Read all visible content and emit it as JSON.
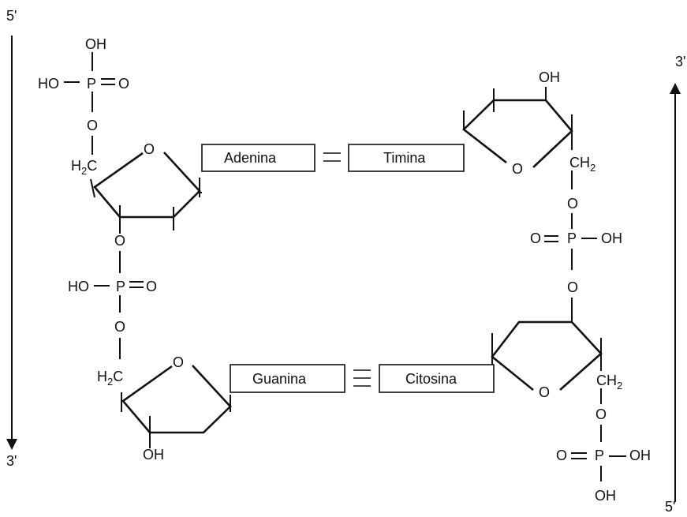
{
  "strand_labels": {
    "left_top": "5'",
    "left_bottom": "3'",
    "right_top": "3'",
    "right_bottom": "5'"
  },
  "atoms": {
    "O": "O",
    "P": "P",
    "OH": "OH",
    "HO": "HO",
    "H2C": "H2C",
    "CH2": "CH2"
  },
  "bases": {
    "adenina": "Adenina",
    "timina": "Timina",
    "guanina": "Guanina",
    "citosina": "Citosina"
  },
  "colors": {
    "line": "#111111",
    "background": "#ffffff"
  }
}
